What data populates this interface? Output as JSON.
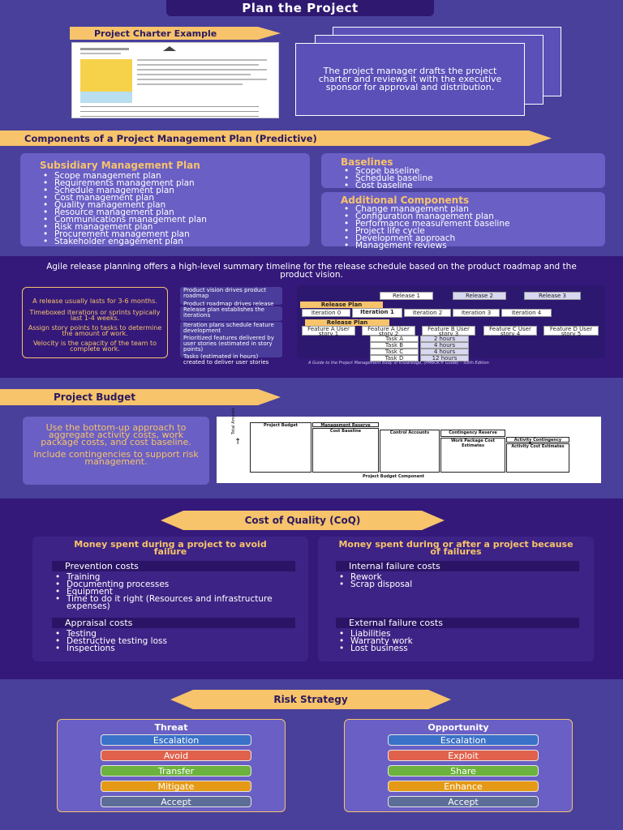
{
  "title": "Plan the Project",
  "charter": {
    "banner": "Project Charter Example",
    "text": "The project manager drafts the project charter and reviews it with the executive sponsor for approval and distribution."
  },
  "components": {
    "banner": "Components of a Project Management Plan (Predictive)",
    "subsidiary": {
      "heading": "Subsidiary Management Plan",
      "items": [
        "Scope management plan",
        "Requirements management plan",
        "Schedule management plan",
        "Cost management plan",
        "Quality management plan",
        "Resource management plan",
        "Communications management plan",
        "Risk management plan",
        "Procurement management plan",
        "Stakeholder engagement plan"
      ]
    },
    "baselines": {
      "heading": "Baselines",
      "items": [
        "Scope baseline",
        "Schedule baseline",
        "Cost baseline"
      ]
    },
    "additional": {
      "heading": "Additional Components",
      "items": [
        "Change management plan",
        "Configuration management plan",
        "Performance measurement baseline",
        "Project life cycle",
        "Development approach",
        "Management reviews"
      ]
    }
  },
  "agile": {
    "intro": "Agile release planning offers a high-level summary timeline for the release schedule based on the product roadmap and the product vision.",
    "notes": [
      "A release usually lasts for 3-6 months.",
      "Timeboxed iterations or sprints typically last 1-4 weeks.",
      "Assign story points to tasks to determine the amount of work.",
      "Velocity is the capacity of the team to complete work."
    ],
    "labels": [
      "Product vision drives product roadmap",
      "Product roadmap drives release plans",
      "Release plan establishes the iterations",
      "Iteration plans schedule feature development",
      "Prioritized features delivered by user stories (estimated in story points)",
      "Tasks (estimated in hours) created to deliver user stories"
    ],
    "releases": [
      "Release 1",
      "Release 2",
      "Release 3"
    ],
    "release_plan": "Release Plan",
    "iterations": [
      "Iteration 0",
      "Iteration 1",
      "Iteration 2",
      "Iteration 3",
      "Iteration 4"
    ],
    "features": [
      "Feature A User story 1",
      "Feature A User story 2",
      "Feature B User story 3",
      "Feature C User story 4",
      "Feature D User story 5"
    ],
    "tasks": [
      {
        "name": "Task A",
        "hours": "2 hours"
      },
      {
        "name": "Task B",
        "hours": "4 hours"
      },
      {
        "name": "Task C",
        "hours": "4 hours"
      },
      {
        "name": "Task D",
        "hours": "12 hours"
      }
    ],
    "citation": "A Guide to the Project Management Body of Knowledge, (PMBOK® Guide) – Sixth Edition"
  },
  "budget": {
    "banner": "Project Budget",
    "text1": "Use the bottom-up approach to aggregate activity costs, work package costs, and cost baseline.",
    "text2": "Include contingencies to support risk management.",
    "chart": {
      "ylabel": "Total Amount",
      "xlabel": "Project Budget Component",
      "boxes": [
        "Project Budget",
        "Management Reserve",
        "Cost Baseline",
        "Control Accounts",
        "Contingency Reserve",
        "Work Package Cost Estimates",
        "Activity Contingency Reserve",
        "Activity Cost Estimates"
      ]
    }
  },
  "coq": {
    "banner": "Cost of Quality (CoQ)",
    "left": {
      "heading": "Money spent during a project to avoid failure",
      "sec1": "Prevention costs",
      "items1": [
        "Training",
        "Documenting processes",
        "Equipment",
        "Time to do it right (Resources and infrastructure expenses)"
      ],
      "sec2": "Appraisal costs",
      "items2": [
        "Testing",
        "Destructive testing loss",
        "Inspections"
      ]
    },
    "right": {
      "heading": "Money spent during or after a project because of failures",
      "sec1": "Internal failure costs",
      "items1": [
        "Rework",
        "Scrap disposal"
      ],
      "sec2": "External failure costs",
      "items2": [
        "Liabilities",
        "Warranty work",
        "Lost business"
      ]
    }
  },
  "risk": {
    "banner": "Risk Strategy",
    "threat": {
      "heading": "Threat",
      "items": [
        "Escalation",
        "Avoid",
        "Transfer",
        "Mitigate",
        "Accept"
      ]
    },
    "opportunity": {
      "heading": "Opportunity",
      "items": [
        "Escalation",
        "Exploit",
        "Share",
        "Enhance",
        "Accept"
      ]
    },
    "colors": [
      "#3a72c9",
      "#e0614c",
      "#6cb23e",
      "#e59a17",
      "#5c6e98"
    ]
  }
}
